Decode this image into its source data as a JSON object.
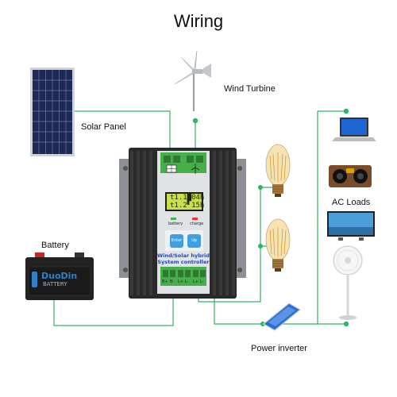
{
  "title": "Wiring",
  "labels": {
    "wind_turbine": "Wind Turbine",
    "solar_panel": "Solar Panel",
    "battery": "Battery",
    "ac_loads": "AC Loads",
    "power_inverter": "Power inverter"
  },
  "controller": {
    "lcd_line1": "t1.1█04h",
    "lcd_line2": "t1.2▘15h",
    "battery_led_label": "battery",
    "charge_led_label": "charge",
    "enter_button": "Enter",
    "up_button": "Up",
    "name_line1": "Wind/Solar hybrid",
    "name_line2": "System controller",
    "terminals": [
      "B+",
      "B-",
      "L+",
      "L-",
      "L+",
      "L-"
    ]
  },
  "battery_brand": {
    "name": "DuoDin",
    "sub": "BATTERY"
  },
  "colors": {
    "wire": "#2fb560",
    "controller_body": "#2a2a2a",
    "terminal_block": "#45b04a",
    "lcd": "#c9e04a",
    "button": "#3f9fe0"
  }
}
